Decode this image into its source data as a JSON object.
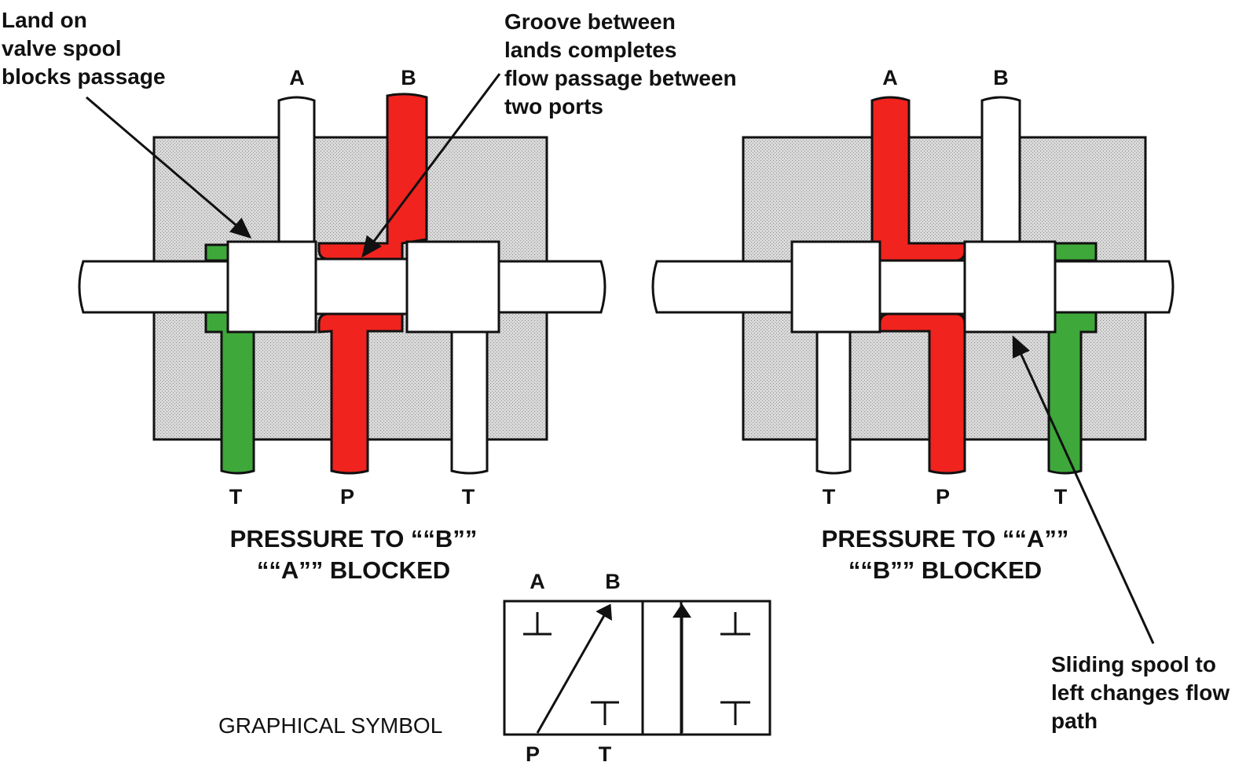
{
  "callouts": {
    "land": [
      "Land on",
      "valve spool",
      "blocks passage"
    ],
    "groove": [
      "Groove between",
      "lands completes",
      "flow passage between",
      "two ports"
    ],
    "sliding": [
      "Sliding spool to",
      "left changes flow",
      "path"
    ]
  },
  "left_valve": {
    "top_ports": [
      "A",
      "B"
    ],
    "bottom_ports": [
      "T",
      "P",
      "T"
    ],
    "caption": [
      "PRESSURE TO ““B””",
      "““A”” BLOCKED"
    ]
  },
  "right_valve": {
    "top_ports": [
      "A",
      "B"
    ],
    "bottom_ports": [
      "T",
      "P",
      "T"
    ],
    "caption": [
      "PRESSURE TO ““A””",
      "““B”” BLOCKED"
    ]
  },
  "symbol": {
    "caption": "GRAPHICAL SYMBOL",
    "top_ports": [
      "A",
      "B"
    ],
    "bottom_ports": [
      "P",
      "T"
    ]
  },
  "colors": {
    "pressure": "#f0231e",
    "tank": "#3ea83a",
    "body": "#d8d8d8"
  }
}
